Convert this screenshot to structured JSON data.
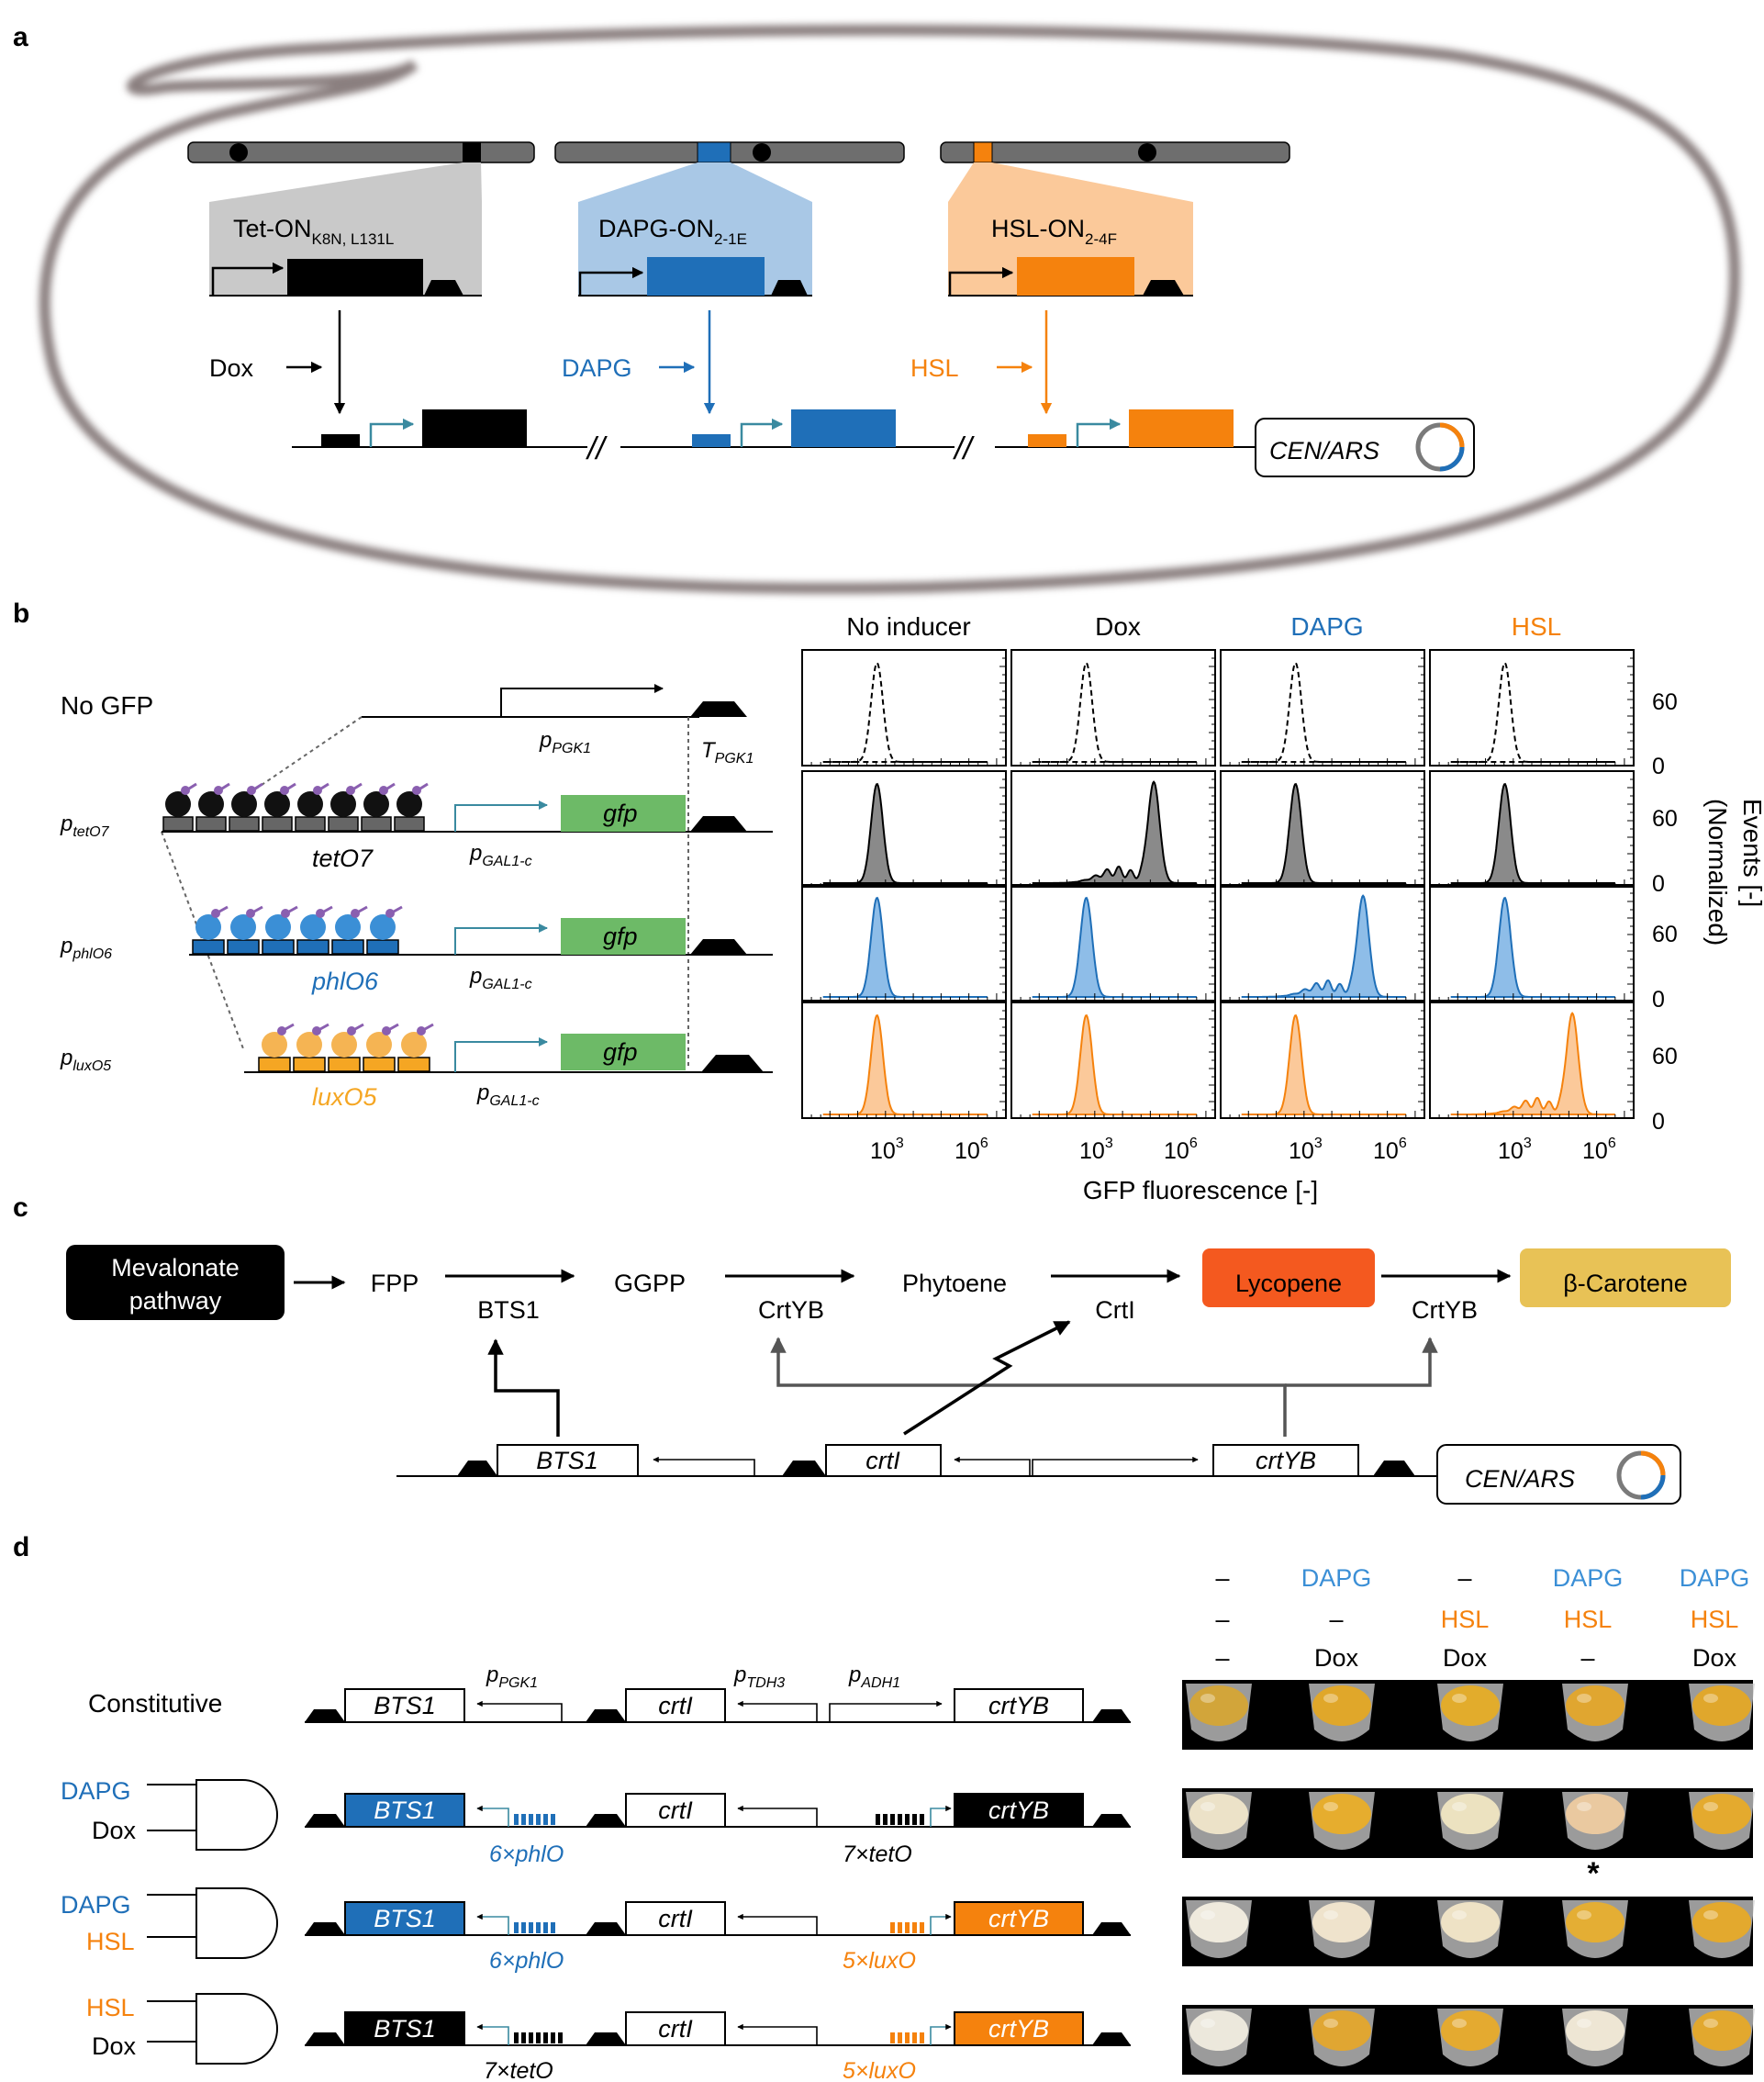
{
  "panel_a": {
    "label": "a",
    "cassettes": [
      {
        "name_main": "Tet-ON",
        "name_sub": "K8N, L131L",
        "inducer": "Dox",
        "color": "#000000",
        "fill": "#c9c9c9"
      },
      {
        "name_main": "DAPG-ON",
        "name_sub": "2-1E",
        "inducer": "DAPG",
        "color": "#1f6fb8",
        "fill": "#a9c8e6"
      },
      {
        "name_main": "HSL-ON",
        "name_sub": "2-4F",
        "inducer": "HSL",
        "color": "#f5820d",
        "fill": "#fbc99a"
      }
    ],
    "break_mark": "//",
    "plasmid_label": "CEN/ARS"
  },
  "panel_b": {
    "label": "b",
    "rows": [
      {
        "label": "No GFP",
        "prom_sub": ""
      },
      {
        "label_p": "p",
        "label_sub": "tetO7",
        "operator": "tetO7",
        "color": "#000000"
      },
      {
        "label_p": "p",
        "label_sub": "phlO6",
        "operator": "phlO6",
        "color": "#1f6fb8"
      },
      {
        "label_p": "p",
        "label_sub": "luxO5",
        "operator": "luxO5",
        "color": "#f5a623"
      }
    ],
    "pgk1_p": "p",
    "pgk1_sub": "PGK1",
    "tpgk1_t": "T",
    "tpgk1_sub": "PGK1",
    "gal_p": "p",
    "gal_sub": "GAL1-c",
    "gfp_label": "gfp",
    "columns": [
      {
        "label": "No inducer",
        "color": "#000000"
      },
      {
        "label": "Dox",
        "color": "#000000"
      },
      {
        "label": "DAPG",
        "color": "#1f6fb8"
      },
      {
        "label": "HSL",
        "color": "#f5820d"
      }
    ],
    "y_ticks": [
      "60",
      "0"
    ],
    "x_tick_base": "10",
    "x_tick_exps": [
      "3",
      "6"
    ],
    "xlabel": "GFP fluorescence  [-]",
    "ylabel_1": "Events  [-]",
    "ylabel_2": "(Normalized)"
  },
  "chart_data": {
    "type": "area",
    "xlabel": "GFP fluorescence  [-]",
    "ylabel": "Events  [-] (Normalized)",
    "x_scale": "log",
    "x_ticks": [
      1000,
      1000000
    ],
    "y_ticks": [
      0,
      60
    ],
    "columns": [
      "No inducer",
      "Dox",
      "DAPG",
      "HSL"
    ],
    "rows": [
      "No GFP",
      "ptetO7",
      "pphlO6",
      "pluxO5"
    ],
    "series": [
      {
        "row": "No GFP",
        "column": "No inducer",
        "peak_log10": 2.5,
        "state": "low"
      },
      {
        "row": "No GFP",
        "column": "Dox",
        "peak_log10": 2.5,
        "state": "low"
      },
      {
        "row": "No GFP",
        "column": "DAPG",
        "peak_log10": 2.5,
        "state": "low"
      },
      {
        "row": "No GFP",
        "column": "HSL",
        "peak_log10": 2.5,
        "state": "low"
      },
      {
        "row": "ptetO7",
        "column": "No inducer",
        "peak_log10": 2.5,
        "state": "low"
      },
      {
        "row": "ptetO7",
        "column": "Dox",
        "peak_log10": 5.0,
        "state": "high"
      },
      {
        "row": "ptetO7",
        "column": "DAPG",
        "peak_log10": 2.5,
        "state": "low"
      },
      {
        "row": "ptetO7",
        "column": "HSL",
        "peak_log10": 2.5,
        "state": "low"
      },
      {
        "row": "pphlO6",
        "column": "No inducer",
        "peak_log10": 2.5,
        "state": "low"
      },
      {
        "row": "pphlO6",
        "column": "Dox",
        "peak_log10": 2.5,
        "state": "low"
      },
      {
        "row": "pphlO6",
        "column": "DAPG",
        "peak_log10": 5.0,
        "state": "high"
      },
      {
        "row": "pphlO6",
        "column": "HSL",
        "peak_log10": 2.5,
        "state": "low"
      },
      {
        "row": "pluxO5",
        "column": "No inducer",
        "peak_log10": 2.5,
        "state": "low"
      },
      {
        "row": "pluxO5",
        "column": "Dox",
        "peak_log10": 2.5,
        "state": "low"
      },
      {
        "row": "pluxO5",
        "column": "DAPG",
        "peak_log10": 2.5,
        "state": "low"
      },
      {
        "row": "pluxO5",
        "column": "HSL",
        "peak_log10": 5.0,
        "state": "high"
      }
    ]
  },
  "panel_c": {
    "label": "c",
    "mevalonate_1": "Mevalonate",
    "mevalonate_2": "pathway",
    "metabolites": [
      "FPP",
      "GGPP",
      "Phytoene",
      "Lycopene",
      "β-Carotene"
    ],
    "enzymes": [
      "BTS1",
      "CrtYB",
      "CrtI",
      "CrtYB"
    ],
    "genes": [
      "BTS1",
      "crtI",
      "crtYB"
    ],
    "plasmid_label": "CEN/ARS",
    "colors": {
      "lycopene": "#f4591f",
      "carotene": "#e8c256"
    }
  },
  "panel_d": {
    "label": "d",
    "rows": [
      {
        "label": "Constitutive"
      },
      {
        "in1": "DAPG",
        "in1_color": "#1f6fb8",
        "in2": "Dox",
        "in2_color": "#000000",
        "op1": "6×phlO",
        "op1_color": "#1f6fb8",
        "op2": "7×tetO",
        "op2_color": "#000000",
        "bts1_fill": "#1f6fb8",
        "crtyb_fill": "#000000"
      },
      {
        "in1": "DAPG",
        "in1_color": "#1f6fb8",
        "in2": "HSL",
        "in2_color": "#f5820d",
        "op1": "6×phlO",
        "op1_color": "#1f6fb8",
        "op2": "5×luxO",
        "op2_color": "#f5820d",
        "bts1_fill": "#1f6fb8",
        "crtyb_fill": "#f5820d"
      },
      {
        "in1": "HSL",
        "in1_color": "#f5820d",
        "in2": "Dox",
        "in2_color": "#000000",
        "op1": "7×tetO",
        "op1_color": "#000000",
        "op2": "5×luxO",
        "op2_color": "#f5820d",
        "bts1_fill": "#000000",
        "crtyb_fill": "#f5820d"
      }
    ],
    "promoters": [
      {
        "p": "p",
        "sub": "PGK1"
      },
      {
        "p": "p",
        "sub": "TDH3"
      },
      {
        "p": "p",
        "sub": "ADH1"
      }
    ],
    "genes": [
      "BTS1",
      "crtI",
      "crtYB"
    ],
    "conditions": [
      {
        "dapg": "–",
        "hsl": "–",
        "dox": "–"
      },
      {
        "dapg": "DAPG",
        "hsl": "–",
        "dox": "Dox"
      },
      {
        "dapg": "–",
        "hsl": "HSL",
        "dox": "Dox"
      },
      {
        "dapg": "DAPG",
        "hsl": "HSL",
        "dox": "–"
      },
      {
        "dapg": "DAPG",
        "hsl": "HSL",
        "dox": "Dox"
      }
    ],
    "asterisk": "*",
    "tube_colors": [
      [
        "#d2a53a",
        "#e0a72a",
        "#e2ac2c",
        "#e0a630",
        "#e0a72c"
      ],
      [
        "#ece2c8",
        "#e6ad2e",
        "#ece2c0",
        "#eac9a0",
        "#e4aa2e"
      ],
      [
        "#efeadd",
        "#efe3cc",
        "#eee2c5",
        "#e4ae34",
        "#e3a92e"
      ],
      [
        "#ece8dc",
        "#e0a632",
        "#e4aa30",
        "#eee6d4",
        "#e2a82e"
      ]
    ]
  }
}
